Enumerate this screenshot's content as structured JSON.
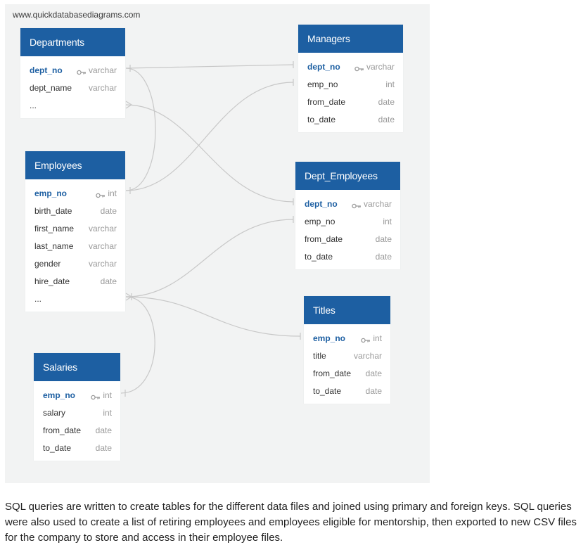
{
  "watermark": "www.quickdatabasediagrams.com",
  "colors": {
    "header": "#1d5fa2",
    "pk_text": "#1d5fa2",
    "type_text": "#9a9a9a",
    "canvas": "#f2f3f3",
    "connector": "#c8c8c8"
  },
  "key_icon": "key-icon",
  "tables": {
    "departments": {
      "title": "Departments",
      "fields": [
        {
          "name": "dept_no",
          "type": "varchar",
          "pk": true
        },
        {
          "name": "dept_name",
          "type": "varchar"
        },
        {
          "name": "...",
          "type": ""
        }
      ]
    },
    "managers": {
      "title": "Managers",
      "fields": [
        {
          "name": "dept_no",
          "type": "varchar",
          "pk": true
        },
        {
          "name": "emp_no",
          "type": "int"
        },
        {
          "name": "from_date",
          "type": "date"
        },
        {
          "name": "to_date",
          "type": "date"
        }
      ]
    },
    "employees": {
      "title": "Employees",
      "fields": [
        {
          "name": "emp_no",
          "type": "int",
          "pk": true
        },
        {
          "name": "birth_date",
          "type": "date"
        },
        {
          "name": "first_name",
          "type": "varchar"
        },
        {
          "name": "last_name",
          "type": "varchar"
        },
        {
          "name": "gender",
          "type": "varchar"
        },
        {
          "name": "hire_date",
          "type": "date"
        },
        {
          "name": "...",
          "type": ""
        }
      ]
    },
    "dept_employees": {
      "title": "Dept_Employees",
      "fields": [
        {
          "name": "dept_no",
          "type": "varchar",
          "pk": true
        },
        {
          "name": "emp_no",
          "type": "int"
        },
        {
          "name": "from_date",
          "type": "date"
        },
        {
          "name": "to_date",
          "type": "date"
        }
      ]
    },
    "titles": {
      "title": "Titles",
      "fields": [
        {
          "name": "emp_no",
          "type": "int",
          "pk": true
        },
        {
          "name": "title",
          "type": "varchar"
        },
        {
          "name": "from_date",
          "type": "date"
        },
        {
          "name": "to_date",
          "type": "date"
        }
      ]
    },
    "salaries": {
      "title": "Salaries",
      "fields": [
        {
          "name": "emp_no",
          "type": "int",
          "pk": true
        },
        {
          "name": "salary",
          "type": "int"
        },
        {
          "name": "from_date",
          "type": "date"
        },
        {
          "name": "to_date",
          "type": "date"
        }
      ]
    }
  },
  "caption": "SQL queries are written to create tables for the different data files and joined using primary and foreign keys. SQL queries were also used to create a list of retiring employees and employees eligible for mentorship, then exported to new CSV files for the company to store and access in their employee files."
}
